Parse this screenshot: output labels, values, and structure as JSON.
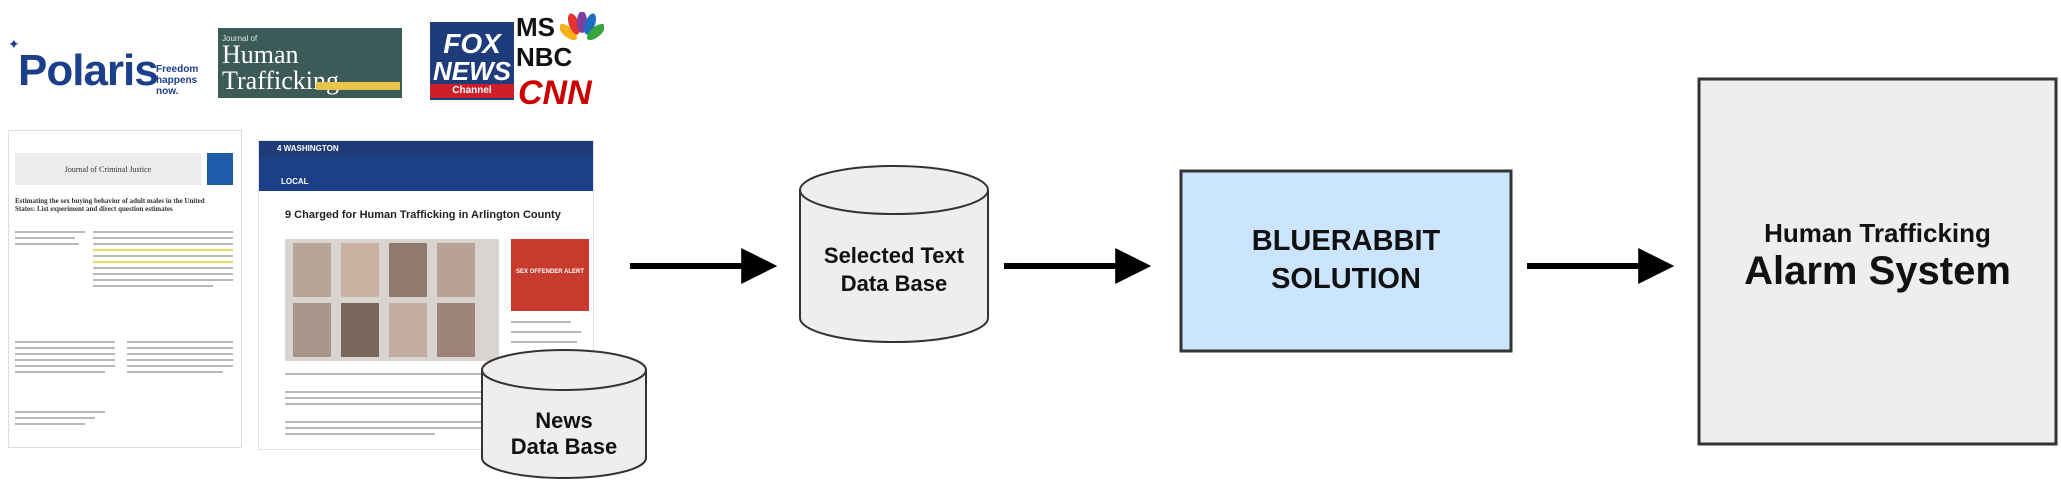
{
  "logos": {
    "polaris_name": "Polaris",
    "polaris_tagline": "Freedom\nhappens\nnow.",
    "journal_small": "Journal of",
    "journal_title": "Human\nTrafficking",
    "fox_line1": "FOX",
    "fox_line2": "NEWS",
    "fox_line3": "Channel",
    "msnbc_ms": "MS",
    "msnbc_nbc": "NBC",
    "cnn": "CNN"
  },
  "paper": {
    "journal_name": "Journal of Criminal Justice",
    "title": "Estimating the sex buying behavior of adult males in the United States: List experiment and direct question estimates"
  },
  "news_article": {
    "brand": "4 WASHINGTON",
    "section": "LOCAL",
    "headline": "9 Charged for Human Trafficking in Arlington County",
    "ad_text": "SEX OFFENDER ALERT"
  },
  "nodes": {
    "news_db": [
      "News",
      "Data Base"
    ],
    "selected_db": [
      "Selected Text",
      "Data Base"
    ],
    "bluerabbit": [
      "BLUERABBIT",
      "SOLUTION"
    ],
    "alarm_line1": "Human Trafficking",
    "alarm_line2": "Alarm System"
  },
  "colors": {
    "bluerabbit_fill": "#cce5ff",
    "alarm_fill": "#eeeeee",
    "cylinder_fill": "#eeeeee",
    "stroke": "#333333",
    "arrow": "#000000"
  }
}
